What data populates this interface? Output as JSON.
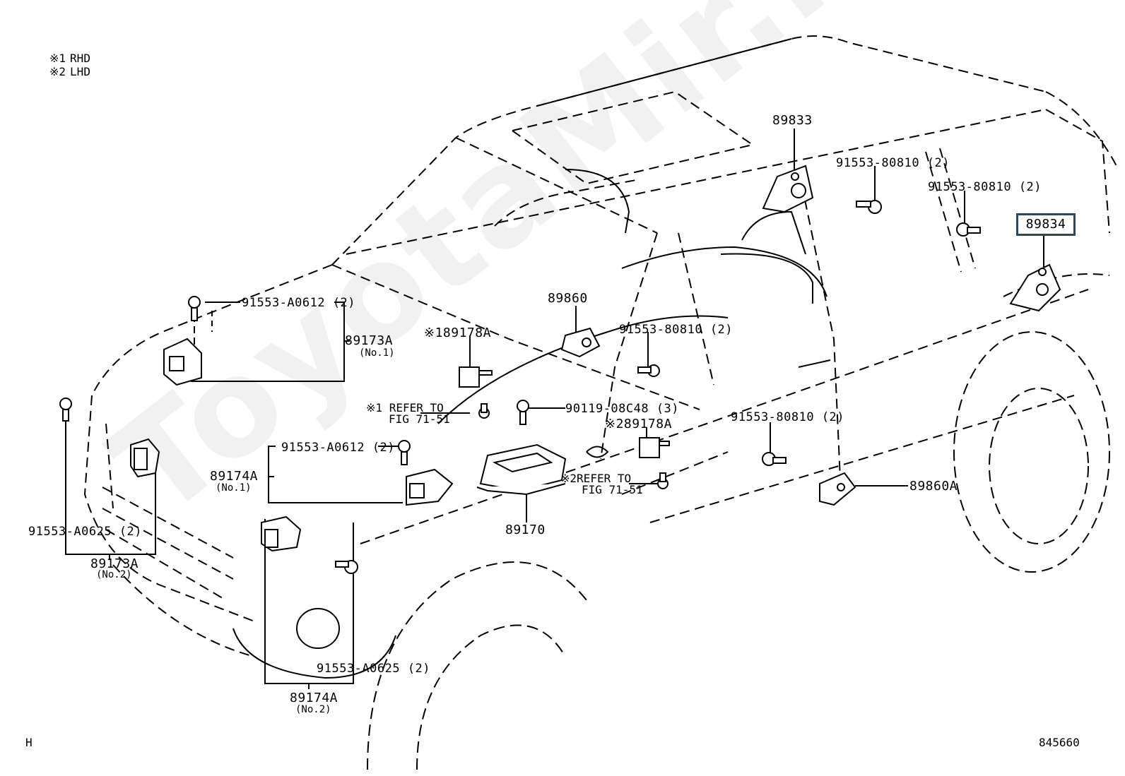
{
  "diagram": {
    "type": "parts-exploded-view",
    "subject": "Airbag sensor / ECU locations on SUV body",
    "watermark": "ToyotaMir.ru",
    "legend": [
      {
        "mark": "※1",
        "text": "RHD"
      },
      {
        "mark": "※2",
        "text": "LHD"
      }
    ],
    "footer": {
      "left_code": "H",
      "right_code": "845660"
    },
    "highlighted_part": "89834",
    "parts": [
      {
        "id": "p89833",
        "number": "89833",
        "qualifier": ""
      },
      {
        "id": "p89834",
        "number": "89834",
        "qualifier": "",
        "highlighted": true
      },
      {
        "id": "p89860",
        "number": "89860",
        "qualifier": ""
      },
      {
        "id": "p89860A",
        "number": "89860A",
        "qualifier": ""
      },
      {
        "id": "p89170",
        "number": "89170",
        "qualifier": ""
      },
      {
        "id": "p89173A-1",
        "number": "89173A",
        "qualifier": "(No.1)"
      },
      {
        "id": "p89173A-2",
        "number": "89173A",
        "qualifier": "(No.2)"
      },
      {
        "id": "p89174A-1",
        "number": "89174A",
        "qualifier": "(No.1)"
      },
      {
        "id": "p89174A-2",
        "number": "89174A",
        "qualifier": "(No.2)"
      },
      {
        "id": "p89178A-1",
        "number": "89178A",
        "qualifier": "",
        "condition": "※1"
      },
      {
        "id": "p89178A-2",
        "number": "89178A",
        "qualifier": "",
        "condition": "※2"
      }
    ],
    "fasteners": [
      {
        "label": "91553-80810 (2)",
        "for": "89833"
      },
      {
        "label": "91553-80810 (2)",
        "for": "89834"
      },
      {
        "label": "91553-80810 (2)",
        "for": "89860"
      },
      {
        "label": "91553-80810 (2)",
        "for": "89860A"
      },
      {
        "label": "91553-A0612 (2)",
        "for": "89173A (No.1)"
      },
      {
        "label": "91553-A0612 (2)",
        "for": "89174A (No.1)"
      },
      {
        "label": "91553-A0625 (2)",
        "for": "89173A (No.2)"
      },
      {
        "label": "91553-A0625 (2)",
        "for": "89174A (No.2)"
      },
      {
        "label": "90119-08C48 (3)",
        "for": "89170"
      }
    ],
    "references": [
      {
        "condition": "※1",
        "line1": "REFER TO",
        "line2": "FIG 71-51"
      },
      {
        "condition": "※2",
        "line1": "REFER TO",
        "line2": "FIG 71-51"
      }
    ]
  }
}
